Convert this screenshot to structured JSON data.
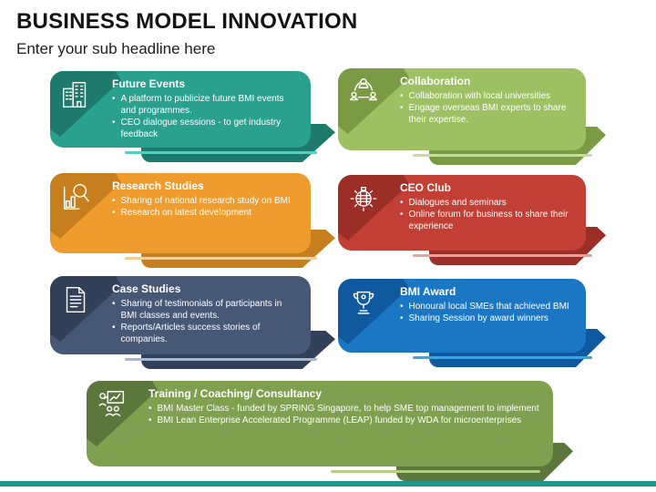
{
  "slide": {
    "title": "BUSINESS MODEL INNOVATION",
    "subtitle": "Enter your sub headline here"
  },
  "bullet_glyph": "•",
  "cards": [
    {
      "title": "Future Events",
      "icon": "buildings-icon",
      "bullets": [
        "A platform to publicize future BMI events and programmes.",
        "CEO dialogue sessions - to get industry feedback"
      ],
      "colors": {
        "main": "#2AA18D",
        "dark": "#1E7A6A",
        "line": "#55D0BC"
      }
    },
    {
      "title": "Research Studies",
      "icon": "chart-magnifier-icon",
      "bullets": [
        "Sharing of national research study on BMI",
        "Research on latest development"
      ],
      "colors": {
        "main": "#EF9C2E",
        "dark": "#C77F1E",
        "line": "#F3CF92"
      }
    },
    {
      "title": "Case Studies",
      "icon": "report-document-icon",
      "bullets": [
        "Sharing of testimonials of participants in BMI classes and events.",
        "Reports/Articles success stories of companies."
      ],
      "colors": {
        "main": "#475877",
        "dark": "#32405A",
        "line": "#A3B8CE"
      }
    },
    {
      "title": "Collaboration",
      "icon": "people-network-icon",
      "bullets": [
        "Collaboration with local universities",
        "Engage overseas BMI experts to share their expertise."
      ],
      "colors": {
        "main": "#9DC162",
        "dark": "#7A9B44",
        "line": "#C8DCA0"
      }
    },
    {
      "title": "CEO Club",
      "icon": "sparkle-ball-icon",
      "bullets": [
        "Dialogues and seminars",
        "Online forum for business to share their experience"
      ],
      "colors": {
        "main": "#C23F35",
        "dark": "#9B2E27",
        "line": "#E6A49E"
      }
    },
    {
      "title": "BMI Award",
      "icon": "trophy-icon",
      "bullets": [
        "Honoural local SMEs that achieved BMI",
        "Sharing Session by award winners"
      ],
      "colors": {
        "main": "#1B77C4",
        "dark": "#0F599E",
        "line": "#2FAAE4"
      }
    },
    {
      "title": "Training / Coaching/ Consultancy",
      "icon": "training-presentation-icon",
      "bullets": [
        "BMI Master Class - funded by SPRING Singapore, to help SME top management to implement",
        "BMI Lean Enterprise Accelerated Programme (LEAP) funded by WDA for microenterprises"
      ],
      "colors": {
        "main": "#7FA04F",
        "dark": "#5C773B",
        "line": "#B3CE7F"
      }
    }
  ],
  "footer": {
    "bar_color": "#1E968C"
  }
}
